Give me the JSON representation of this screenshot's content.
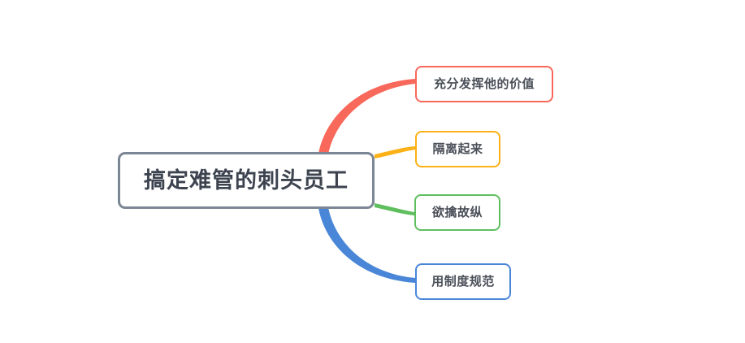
{
  "diagram": {
    "type": "mind-map",
    "background_color": "#ffffff",
    "root": {
      "label": "搞定难管的刺头员工",
      "border_color": "#7c8795",
      "text_color": "#3d4450",
      "fill_color": "#ffffff"
    },
    "branches": [
      {
        "label": "充分发挥他的价值",
        "color": "#f8685b",
        "text_color": "#4a4f58",
        "connector": "curve-up-long",
        "position": "top"
      },
      {
        "label": "隔离起来",
        "color": "#fbb117",
        "text_color": "#4a4f58",
        "connector": "curve-up-short",
        "position": "upper-middle"
      },
      {
        "label": "欲擒故纵",
        "color": "#5fbf5f",
        "text_color": "#4a4f58",
        "connector": "curve-down-short",
        "position": "lower-middle"
      },
      {
        "label": "用制度规范",
        "color": "#4a86d8",
        "text_color": "#4a4f58",
        "connector": "curve-down-long",
        "position": "bottom"
      }
    ]
  }
}
